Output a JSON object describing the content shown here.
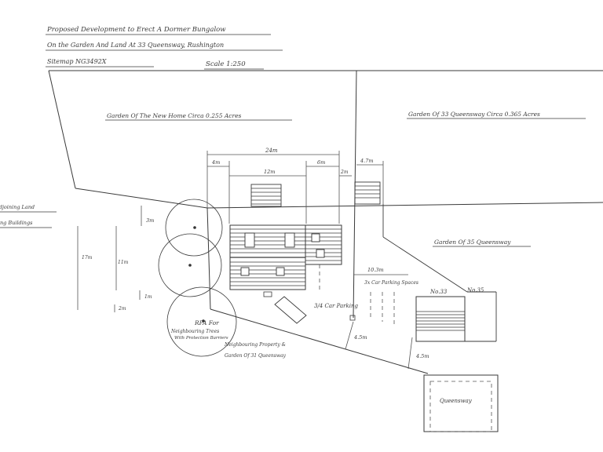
{
  "header": {
    "line1": "Proposed Development to Erect A Dormer Bungalow",
    "line2": "On the Garden And Land At 33 Queensway, Rushington",
    "line3": "Sitemap NG3492X",
    "scale": "Scale 1:250"
  },
  "labels": {
    "garden_new_home": "Garden Of The New Home Circa 0.255 Acres",
    "garden_33": "Garden Of 33 Queensway Circa 0.365 Acres",
    "garden_35": "Garden Of 35 Queensway",
    "adjoining_land": "Adjoining Land",
    "buildings": "ng Buildings",
    "parking_34": "3/4 Car Parking",
    "parking_spaces": "3x Car Parking Spaces",
    "rpa_line1": "RPA For",
    "rpa_line2": "Neighbouring Trees",
    "rpa_line3": "With Protection Barriers",
    "neighbouring_property": "Neighbouring Property &",
    "garden_31": "Garden Of 31 Queensway",
    "no33": "No.33",
    "no35": "No.35",
    "queensway": "Queensway"
  },
  "dimensions": {
    "d24": "24m",
    "d4a": "4m",
    "d12": "12m",
    "d6": "6m",
    "d2": "2m",
    "d47": "4.7m",
    "d3": "3m",
    "d17": "17m",
    "d11": "11m",
    "d1": "1m",
    "d2b": "2m",
    "d103": "10.3m",
    "d45a": "4.5m",
    "d45b": "4.5m"
  }
}
